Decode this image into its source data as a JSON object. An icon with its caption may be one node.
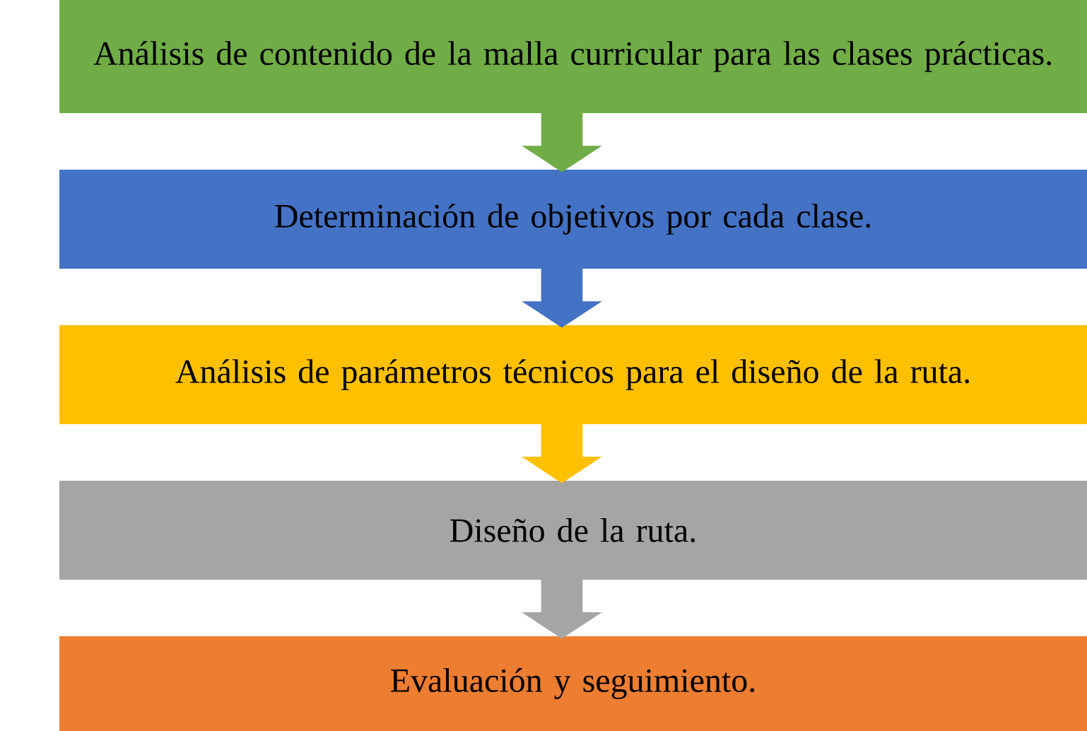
{
  "diagram": {
    "nodes": [
      {
        "text": [
          "Análisis de contenido de la malla curricular para las clases prácticas."
        ]
      },
      {
        "text": [
          "Determinación de objetivos por cada clase."
        ]
      },
      {
        "text": [
          "Análisis de parámetros técnicos para el diseño de la ruta."
        ]
      },
      {
        "text": [
          "Diseño de la ruta."
        ]
      },
      {
        "text": [
          "Evaluación y seguimiento."
        ]
      }
    ],
    "edges": [
      {
        "from": 0,
        "to": 1,
        "arrow": "to",
        "color": "#70ad47"
      },
      {
        "from": 1,
        "to": 2,
        "arrow": "to",
        "color": "#4472c4"
      },
      {
        "from": 2,
        "to": 3,
        "arrow": "to",
        "color": "#ffc000"
      },
      {
        "from": 3,
        "to": 4,
        "arrow": "to",
        "color": "#a5a5a5"
      }
    ]
  }
}
